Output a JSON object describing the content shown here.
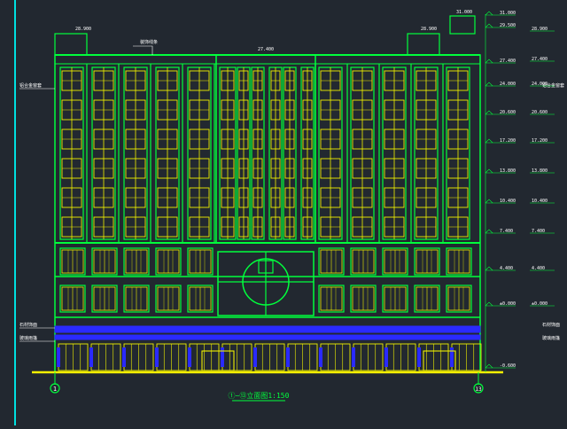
{
  "drawing": {
    "title": "①~⑬立面图1:150",
    "axis_left": "1",
    "axis_right": "13",
    "roof_label": "27.400",
    "roof_left_label": "28.900",
    "roof_right_label": "28.900",
    "tower_label": "31.000"
  },
  "level_marks": [
    "31.000",
    "29.500",
    "27.400",
    "24.000",
    "20.600",
    "17.200",
    "13.800",
    "10.400",
    "7.400",
    "4.400",
    "±0.000",
    "-0.600"
  ],
  "right_level_marks": [
    "28.900",
    "27.400",
    "24.000",
    "20.600",
    "17.200",
    "13.800",
    "10.400",
    "7.400",
    "4.400",
    "±0.000"
  ],
  "annotations": {
    "left_top": "铝合金窗套",
    "left_mid": "石材饰面",
    "left_bottom": "玻璃雨篷",
    "right_top": "铝合金窗套",
    "right_mid": "石材饰面",
    "right_bottom": "玻璃雨篷",
    "center_callout": "装饰线条"
  },
  "colors": {
    "background": "#222830",
    "outline": "#00ff3c",
    "window": "#f0f000",
    "detail": "#ffffff",
    "canopy": "#2a2aff",
    "ground": "#f5f000",
    "cyan": "#00e0e0"
  }
}
